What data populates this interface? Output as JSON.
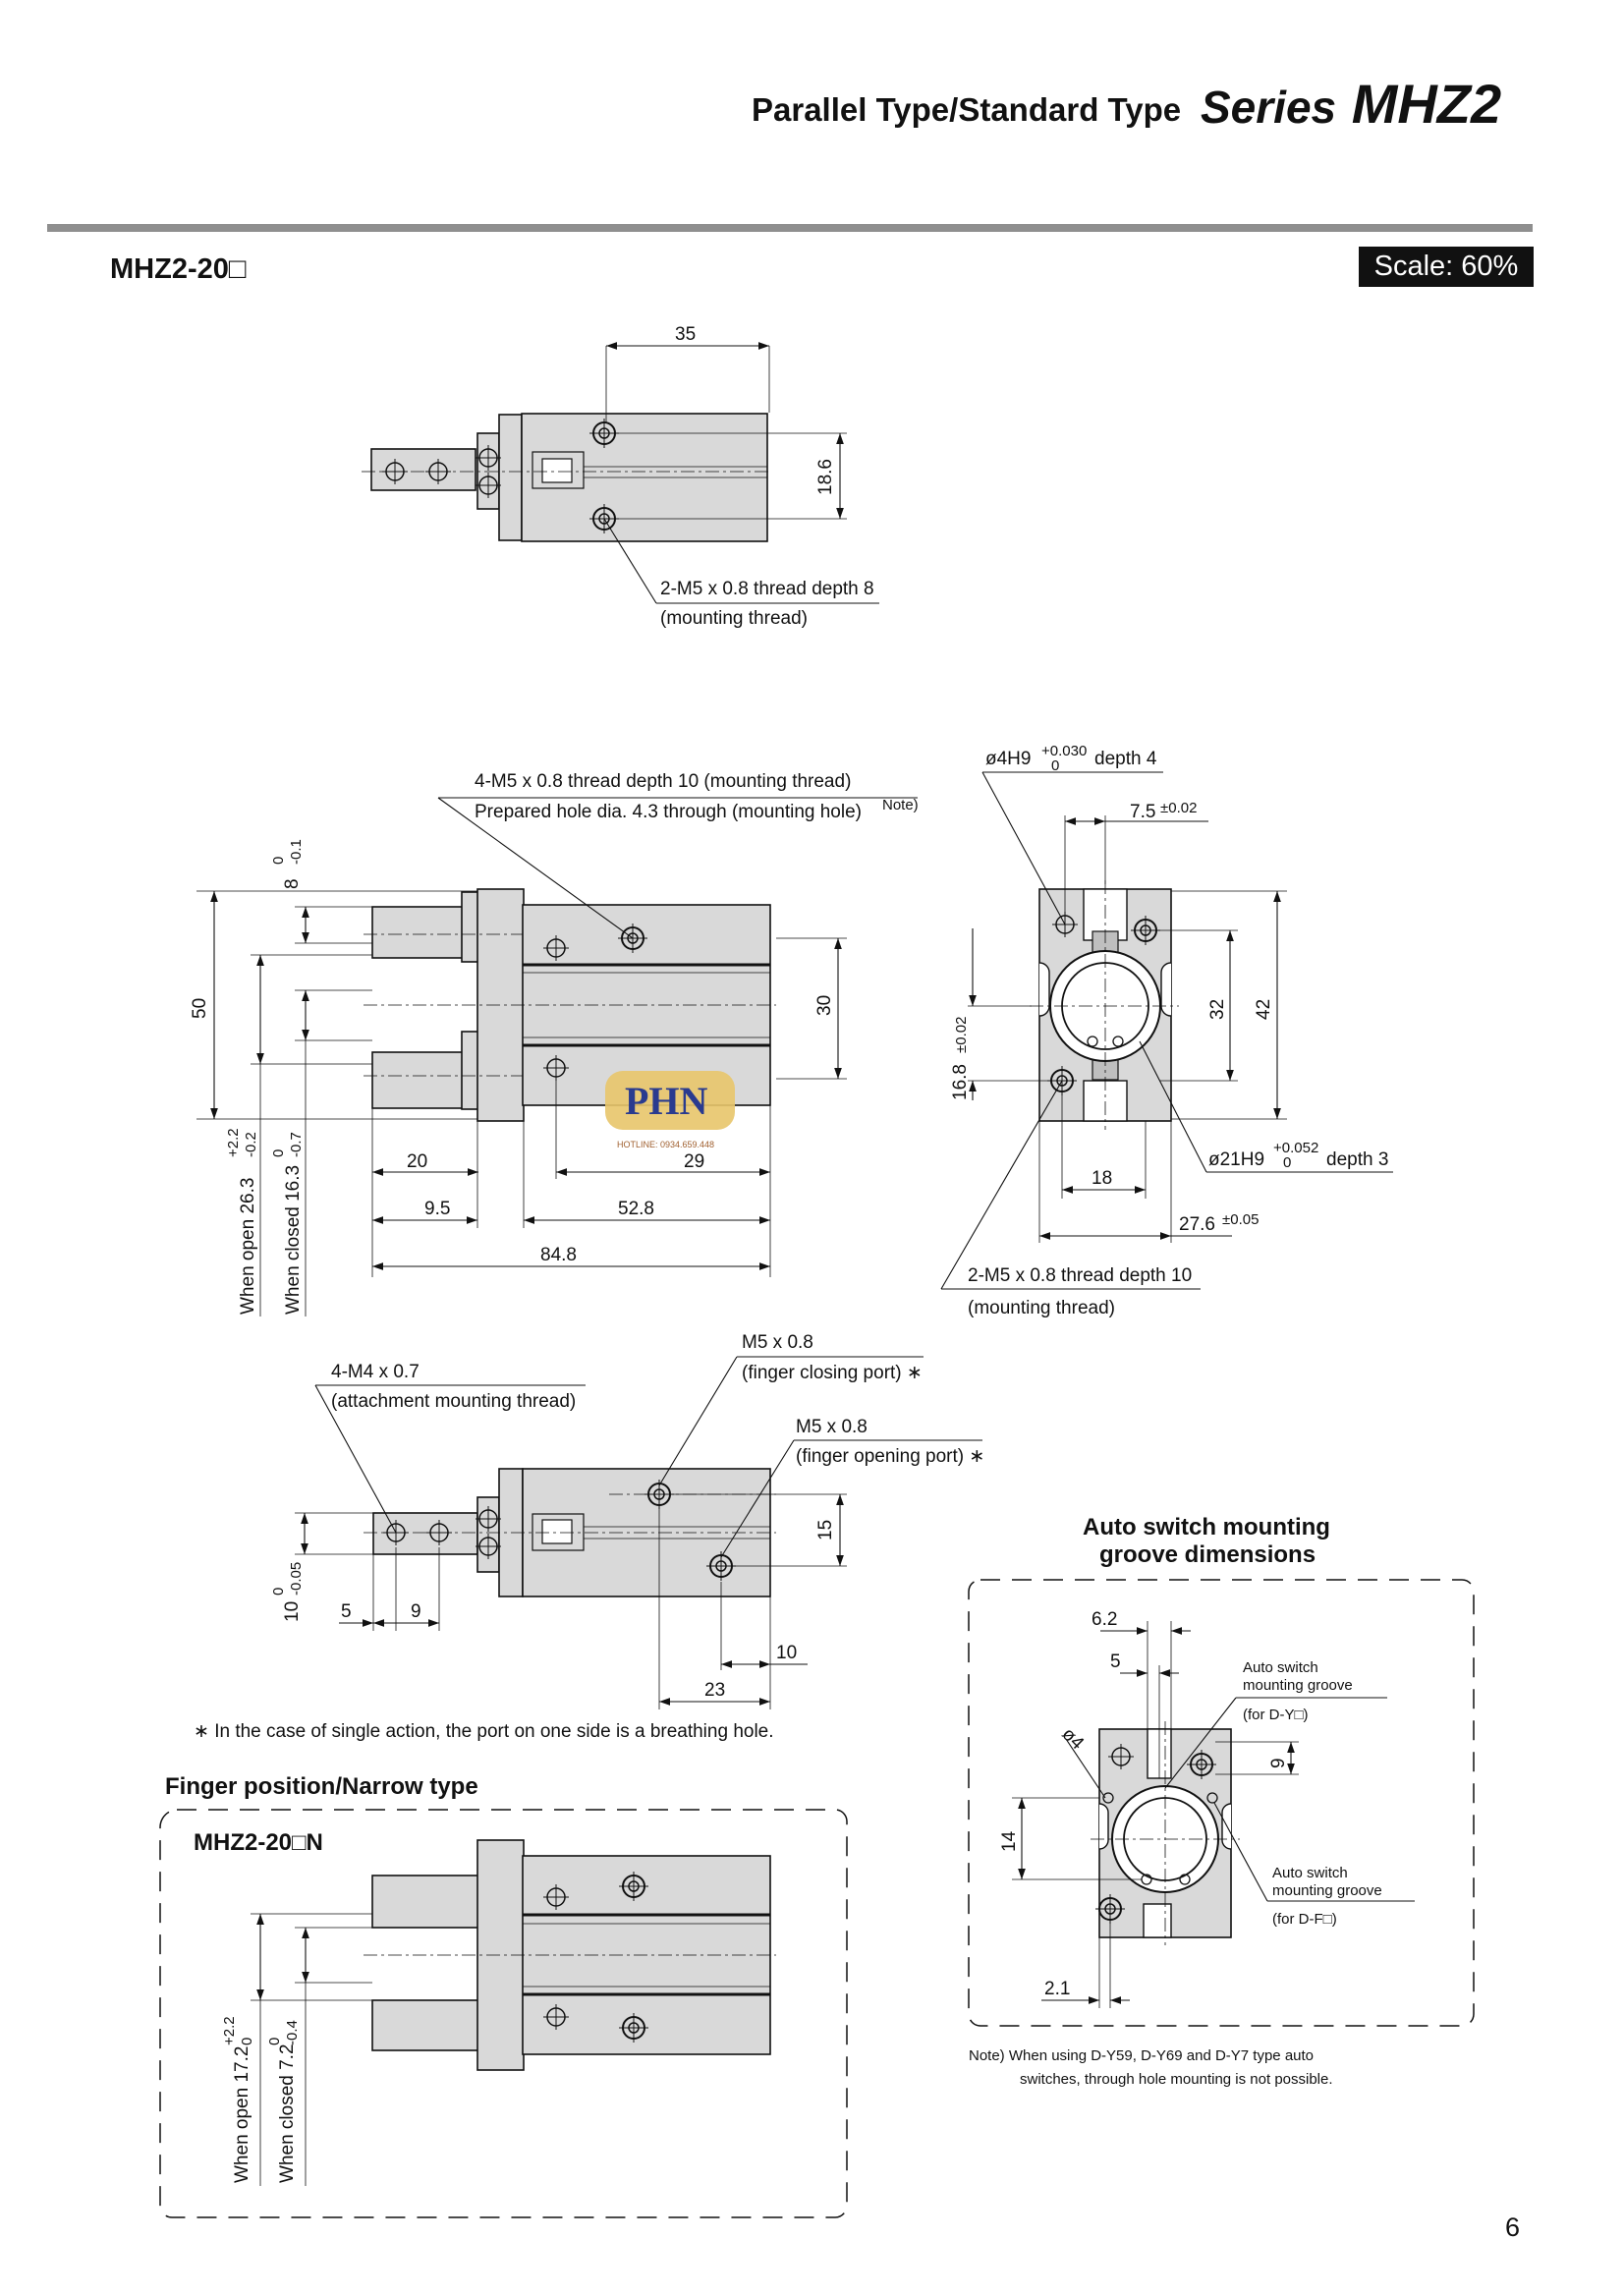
{
  "header": {
    "title": "Parallel Type/Standard Type",
    "series_word": "Series",
    "series_code": "MHZ2"
  },
  "model": "MHZ2-20□",
  "scale": "Scale: 60%",
  "top_view": {
    "dim_width": "35",
    "dim_pitch": "18.6",
    "note_line1": "2-M5 x 0.8 thread depth 8",
    "note_line2": "(mounting thread)"
  },
  "front_view": {
    "note_line1": "4-M5 x 0.8 thread depth 10 (mounting thread)",
    "note_line2": "Prepared hole dia. 4.3 through (mounting hole)",
    "note_sup": "Note)",
    "dim_8": "8",
    "tol_8_upper": "0",
    "tol_8_lower": "-0.1",
    "dim_50": "50",
    "dim_30": "30",
    "dim_20": "20",
    "dim_29": "29",
    "dim_9_5": "9.5",
    "dim_52_8": "52.8",
    "dim_84_8": "84.8",
    "open_label": "When open 26.3",
    "open_tol_upper": "+2.2",
    "open_tol_lower": "-0.2",
    "closed_label": "When closed 16.3",
    "closed_tol_upper": "0",
    "closed_tol_lower": "-0.7"
  },
  "side_view": {
    "hole_label": "ø4H9",
    "hole_tol_upper": "+0.030",
    "hole_tol_lower": "0",
    "hole_depth": "depth 4",
    "dim_7_5": "7.5",
    "tol_7_5": "±0.02",
    "dim_16_8": "16.8",
    "tol_16_8": "±0.02",
    "dim_32": "32",
    "dim_42": "42",
    "bore_label": "ø21H9",
    "bore_tol_upper": "+0.052",
    "bore_tol_lower": "0",
    "bore_depth": "depth 3",
    "dim_18": "18",
    "dim_27_6": "27.6",
    "tol_27_6": "±0.05",
    "note_line1": "2-M5 x 0.8 thread depth 10",
    "note_line2": "(mounting thread)"
  },
  "bottom_view": {
    "att_line1": "4-M4 x 0.7",
    "att_line2": "(attachment mounting thread)",
    "close_line1": "M5 x 0.8",
    "close_line2": "(finger closing port) ∗",
    "open_line1": "M5 x 0.8",
    "open_line2": "(finger opening port) ∗",
    "dim_15": "15",
    "dim_10": "10",
    "tol_10_upper": "0",
    "tol_10_lower": "-0.05",
    "dim_5": "5",
    "dim_9": "9",
    "dim_10b": "10",
    "dim_23": "23",
    "footnote": "∗ In the case of single action, the port on one side is a breathing hole."
  },
  "narrow": {
    "title": "Finger position/Narrow type",
    "model": "MHZ2-20□N",
    "open_label": "When open 17.2",
    "open_tol_upper": "+2.2",
    "open_tol_lower": "0",
    "closed_label": "When closed 7.2",
    "closed_tol_upper": "0",
    "closed_tol_lower": "-0.4"
  },
  "groove": {
    "title_line1": "Auto switch mounting",
    "title_line2": "groove dimensions",
    "dim_6_2": "6.2",
    "dim_5": "5",
    "dim_phi4": "ø4",
    "dim_9": "9",
    "dim_14": "14",
    "dim_2_1": "2.1",
    "y_line1": "Auto switch",
    "y_line2": "mounting groove",
    "y_line3": "(for D-Y□)",
    "f_line1": "Auto switch",
    "f_line2": "mounting groove",
    "f_line3": "(for D-F□)",
    "note_line1": "Note) When  using  D-Y59,  D-Y69  and  D-Y7  type  auto",
    "note_line2": "switches, through hole mounting is not possible."
  },
  "watermark": {
    "text": "PHN",
    "small": "HOTLINE: 0934.659.448"
  },
  "page_number": "6"
}
